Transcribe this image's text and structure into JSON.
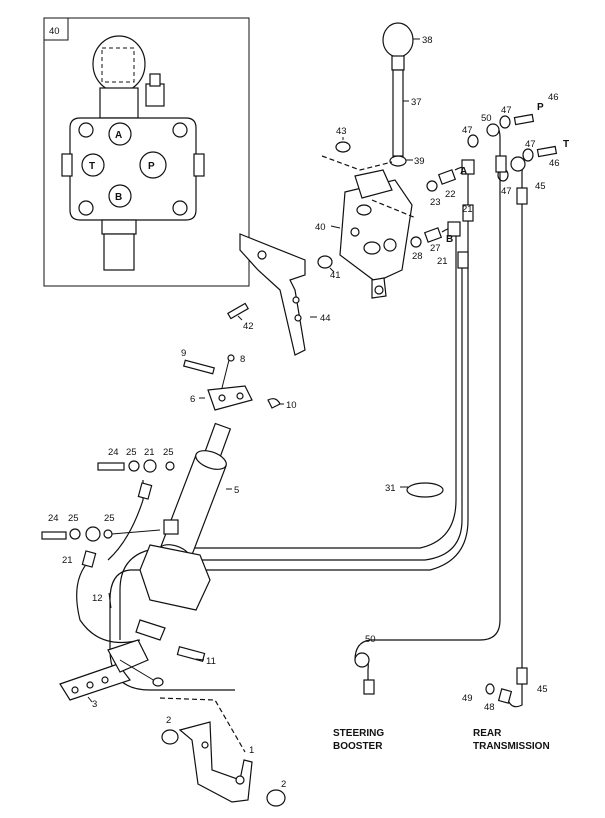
{
  "inset": {
    "label": "40",
    "ports": {
      "a": "A",
      "t": "T",
      "p": "P",
      "b": "B"
    }
  },
  "ports": {
    "a": "A",
    "b": "B",
    "p": "P",
    "t": "T"
  },
  "destinations": {
    "steering_line1": "STEERING",
    "steering_line2": "BOOSTER",
    "rear_line1": "REAR",
    "rear_line2": "TRANSMISSION"
  },
  "callouts": [
    {
      "id": "c38",
      "text": "38"
    },
    {
      "id": "c37",
      "text": "37"
    },
    {
      "id": "c43",
      "text": "43"
    },
    {
      "id": "c39",
      "text": "39"
    },
    {
      "id": "c46a",
      "text": "46"
    },
    {
      "id": "c47a",
      "text": "47"
    },
    {
      "id": "c50a",
      "text": "50"
    },
    {
      "id": "c47b",
      "text": "47"
    },
    {
      "id": "c47c",
      "text": "47"
    },
    {
      "id": "c46b",
      "text": "46"
    },
    {
      "id": "c22",
      "text": "22"
    },
    {
      "id": "c23",
      "text": "23"
    },
    {
      "id": "c47d",
      "text": "47"
    },
    {
      "id": "c45a",
      "text": "45"
    },
    {
      "id": "c21a",
      "text": "21"
    },
    {
      "id": "c40",
      "text": "40"
    },
    {
      "id": "c27",
      "text": "27"
    },
    {
      "id": "c28",
      "text": "28"
    },
    {
      "id": "c21b",
      "text": "21"
    },
    {
      "id": "c41",
      "text": "41"
    },
    {
      "id": "c42",
      "text": "42"
    },
    {
      "id": "c44",
      "text": "44"
    },
    {
      "id": "c9",
      "text": "9"
    },
    {
      "id": "c8",
      "text": "8"
    },
    {
      "id": "c6",
      "text": "6"
    },
    {
      "id": "c10",
      "text": "10"
    },
    {
      "id": "c24a",
      "text": "24"
    },
    {
      "id": "c25a",
      "text": "25"
    },
    {
      "id": "c21c",
      "text": "21"
    },
    {
      "id": "c25b",
      "text": "25"
    },
    {
      "id": "c5",
      "text": "5"
    },
    {
      "id": "c31",
      "text": "31"
    },
    {
      "id": "c24b",
      "text": "24"
    },
    {
      "id": "c25c",
      "text": "25"
    },
    {
      "id": "c25d",
      "text": "25"
    },
    {
      "id": "c21d",
      "text": "21"
    },
    {
      "id": "c12",
      "text": "12"
    },
    {
      "id": "c11",
      "text": "11"
    },
    {
      "id": "c50b",
      "text": "50"
    },
    {
      "id": "c3",
      "text": "3"
    },
    {
      "id": "c49",
      "text": "49"
    },
    {
      "id": "c45b",
      "text": "45"
    },
    {
      "id": "c48",
      "text": "48"
    },
    {
      "id": "c2a",
      "text": "2"
    },
    {
      "id": "c1",
      "text": "1"
    },
    {
      "id": "c2b",
      "text": "2"
    }
  ]
}
